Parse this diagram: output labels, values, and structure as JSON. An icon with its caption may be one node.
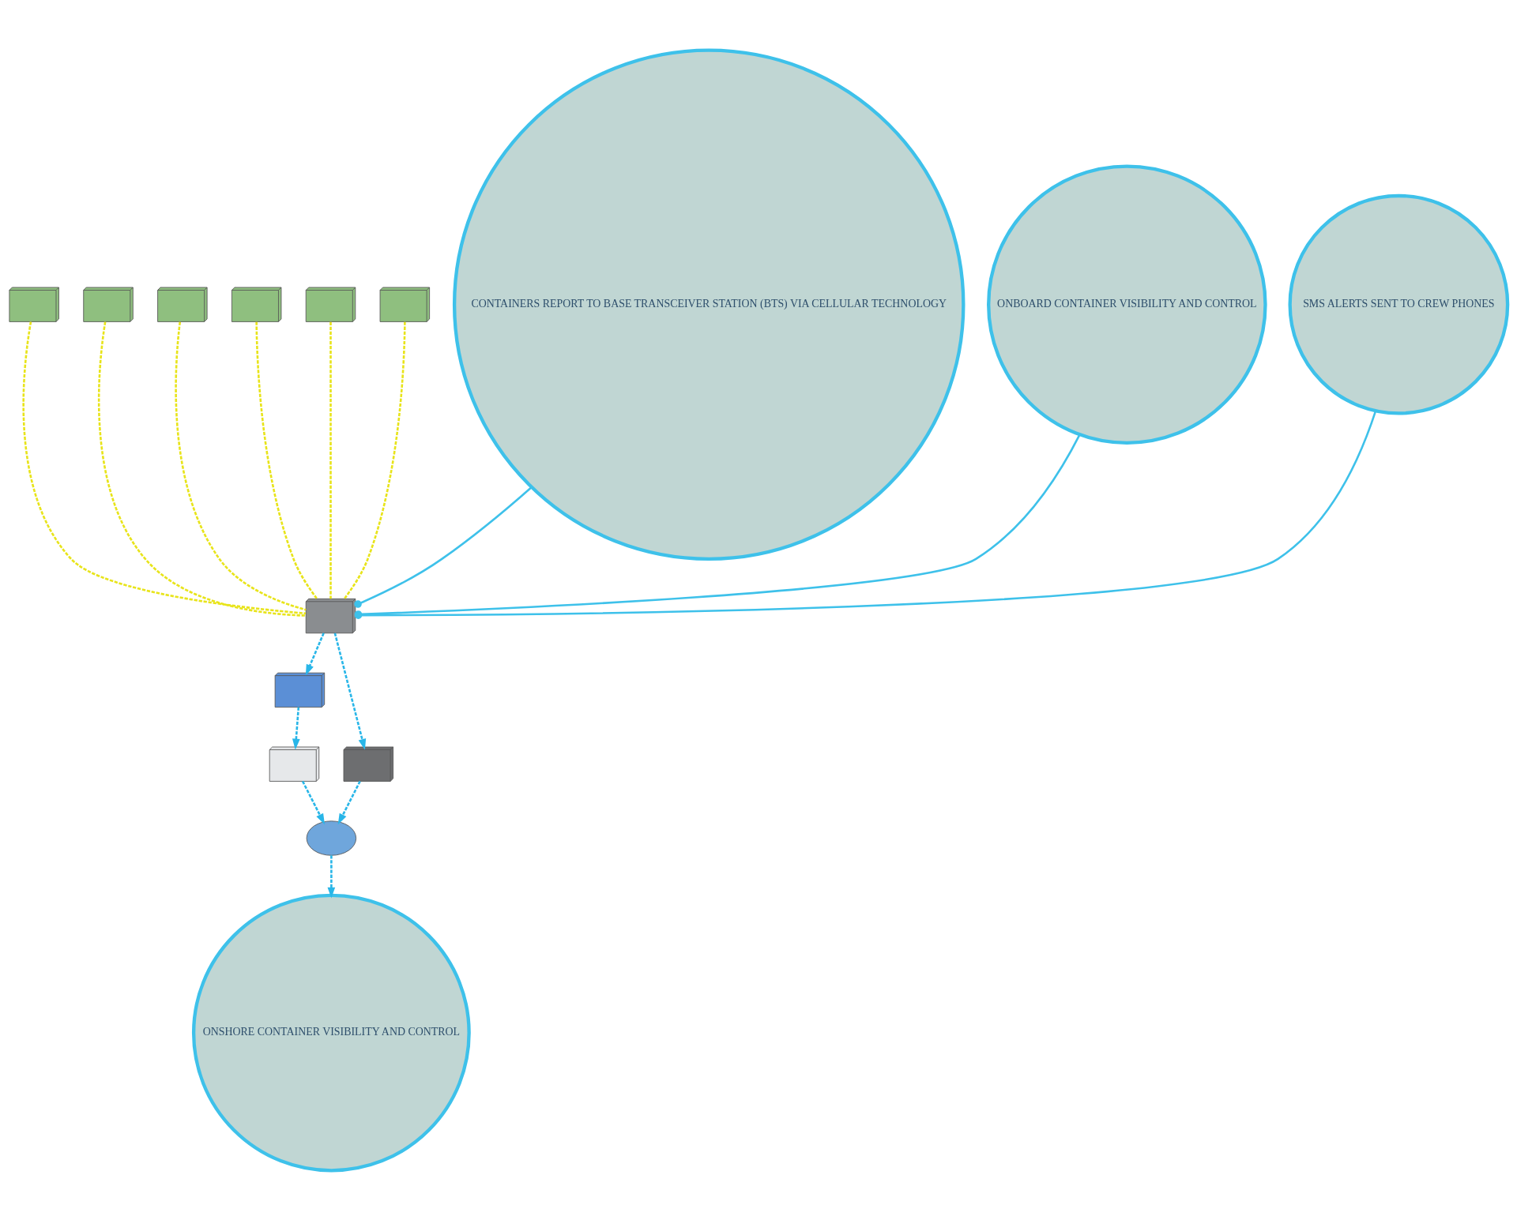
{
  "diagram": {
    "nodes": [
      {
        "text": [],
        "shape": "picture"
      },
      {
        "text": [],
        "shape": "cloud"
      },
      {
        "text": [],
        "shape": "picture"
      },
      {
        "text": [],
        "shape": "picture"
      },
      {
        "text": [],
        "shape": "picture"
      },
      {
        "text": [],
        "shape": "picture"
      },
      {
        "text": [],
        "shape": "picture"
      },
      {
        "text": [],
        "shape": "picture"
      },
      {
        "text": [],
        "shape": "picture"
      },
      {
        "text": [],
        "shape": "picture"
      },
      {
        "text": [],
        "shape": "picture"
      },
      {
        "text": [
          "CONTAINERS REPORT TO BASE TRANSCEIVER STATION (BTS) VIA CELLULAR TECHNOLOGY"
        ]
      },
      {
        "text": [
          "ONBOARD CONTAINER VISIBILITY AND CONTROL"
        ]
      },
      {
        "text": [
          "ONSHORE CONTAINER VISIBILITY AND CONTROL"
        ]
      },
      {
        "text": [
          "SMS ALERTS SENT TO CREW PHONES"
        ]
      }
    ],
    "edges": [
      {
        "from": 4,
        "to": 0,
        "arrow": "to",
        "style": "dashed",
        "color": "#29b6e8"
      },
      {
        "from": 0,
        "to": 2,
        "arrow": "to",
        "style": "dashed",
        "color": "#29b6e8"
      },
      {
        "from": 2,
        "to": 1,
        "arrow": "to",
        "style": "dashed",
        "color": "#29b6e8"
      },
      {
        "from": 3,
        "to": 1,
        "arrow": "to",
        "style": "dashed",
        "color": "#29b6e8"
      },
      {
        "from": 4,
        "to": 3,
        "arrow": "to",
        "style": "dashed",
        "color": "#29b6e8"
      },
      {
        "from": 1,
        "to": 13,
        "arrow": "to",
        "style": "dashed",
        "color": "#29b6e8"
      },
      {
        "from": 5,
        "to": 4,
        "arrow": "none",
        "style": "dashed",
        "color": "#e8e41a"
      },
      {
        "from": 6,
        "to": 4,
        "arrow": "none",
        "style": "dashed",
        "color": "#e8e41a"
      },
      {
        "from": 7,
        "to": 4,
        "arrow": "none",
        "style": "dashed",
        "color": "#e8e41a"
      },
      {
        "from": 8,
        "to": 4,
        "arrow": "none",
        "style": "dashed",
        "color": "#e8e41a"
      },
      {
        "from": 9,
        "to": 4,
        "arrow": "none",
        "style": "dashed",
        "color": "#e8e41a"
      },
      {
        "from": 10,
        "to": 4,
        "arrow": "none",
        "style": "dashed",
        "color": "#e8e41a"
      },
      {
        "from": 11,
        "to": 4,
        "arrow": "other",
        "color": "#3ec1ea"
      },
      {
        "from": 12,
        "to": 4,
        "arrow": "other",
        "color": "#3ec1ea"
      },
      {
        "from": 14,
        "to": 4,
        "arrow": "other",
        "color": "#3ec1ea"
      }
    ]
  }
}
